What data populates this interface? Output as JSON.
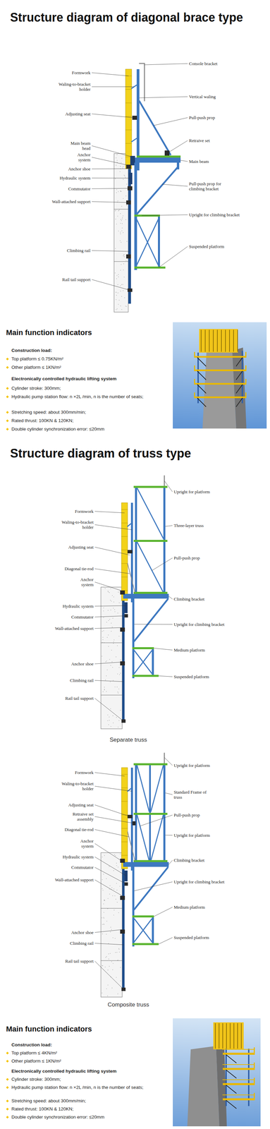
{
  "diagram": {
    "title": "Structure diagram of diagonal brace type",
    "labels": [
      "Formwork",
      "Waling-to-bracket holder",
      "Adjusting seat",
      "Main beam head",
      "Anchor system",
      "Anchor shoe",
      "Hydraulic system",
      "Commutator",
      "Wall-attached support",
      "Climbing rail",
      "Rail tail support",
      "Console bracket",
      "Vertical waling",
      "Pull-push prop",
      "Retraive set",
      "Main beam",
      "Pull-push prop for climbing bracket",
      "Upright for climbing bracket",
      "Suspended platform",
      "Main function indicators",
      "Construction load:",
      "Top platform ≤ 0.75KN/m²",
      "Other platform ≤ 1KN/m²",
      "Electronically controlled hydraulic lifting system",
      "Cylinder stroke: 300mm;",
      "Hydraulic pump station flow: n ×2L /min, n is the number of seats;",
      "Stretching speed: about 300mm/min;",
      "Rated thrust: 100KN & 120KN;",
      "Double cylinder synchronization error: ≤20mm",
      "Structure diagram of truss type",
      "Formwork",
      "Waling-to-bracket holder",
      "Adjusting seat",
      "Diagonal tie-rod",
      "Anchor system",
      "Hydraulic system",
      "Commutator",
      "Wall-attached support",
      "Anchor shoe",
      "Climbing rail",
      "Rail tail support",
      "Upright for platform",
      "Three-layer truss",
      "Pull-push prop",
      "Climbing bracket",
      "Upright for climbing bracket",
      "Medium platform",
      "Suspended platform",
      "Separate truss",
      "Formwork",
      "Waling-to-bracket holder",
      "Adjusting seat",
      "Retraive set assembly",
      "Diagonal tie-rod",
      "Anchor system",
      "Hydraulic system",
      "Commutator",
      "Wall-attached support",
      "Anchor shoe",
      "Climbing rail",
      "Rail tail support",
      "Upright for platform",
      "Standard Frame of truss",
      "Pull-push prop",
      "Upright for platform",
      "Climbing bracket",
      "Upright for climbing bracket",
      "Medium platform",
      "Suspended platform",
      "Composite truss",
      "Main function indicators",
      "Construction load:",
      "Top platform ≤ 4KN/m²",
      "Other platform ≤ 1KN/m²",
      "Electronically controlled hydraulic lifting system",
      "Cylinder stroke: 300mm;",
      "Hydraulic pump station flow: n ×2L /min, n is the number of seats;",
      "Stretching speed: about 300mm/min;",
      "Rated thrust: 100KN & 120KN;",
      "Double cylinder synchronization error: ≤20mm"
    ]
  }
}
